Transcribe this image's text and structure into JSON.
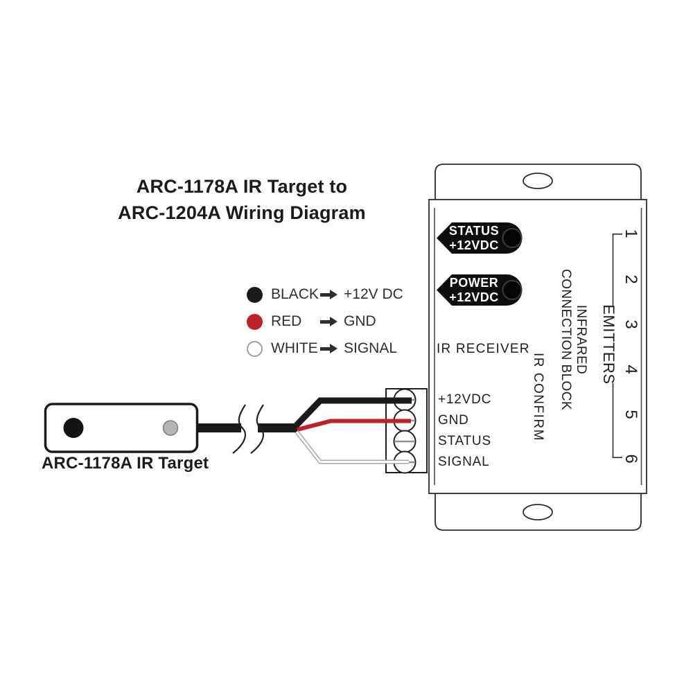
{
  "title": {
    "line1": "ARC-1178A IR Target to",
    "line2": "ARC-1204A Wiring Diagram"
  },
  "legend": {
    "arrow_icon": "right-arrow",
    "rows": [
      {
        "name": "BLACK",
        "signal": "+12V DC",
        "dot_color": "#1a1a1a"
      },
      {
        "name": "RED",
        "signal": "GND",
        "dot_color": "#bf202a"
      },
      {
        "name": "WHITE",
        "signal": "SIGNAL",
        "dot_color": "#ffffff"
      }
    ]
  },
  "ir_target": {
    "label": "ARC-1178A IR Target",
    "lens_color": "#141414",
    "led_color": "#b4b4b4"
  },
  "connection_block": {
    "status_badge": {
      "line1": "STATUS",
      "line2": "+12VDC"
    },
    "power_badge": {
      "line1": "POWER",
      "line2": "+12VDC"
    },
    "ir_receiver_label": "IR RECEIVER",
    "terminal_labels": [
      "+12VDC",
      "GND",
      "STATUS",
      "SIGNAL"
    ],
    "block_label_line1": "INFRARED",
    "block_label_line2": "CONNECTION BLOCK",
    "ir_confirm_label": "IR CONFIRM",
    "emitters": {
      "label": "EMITTERS",
      "numbers": [
        "1",
        "2",
        "3",
        "4",
        "5",
        "6"
      ]
    }
  },
  "wire_colors": {
    "black": "#1a1a1a",
    "red": "#bf202a",
    "white": "#ffffff"
  }
}
